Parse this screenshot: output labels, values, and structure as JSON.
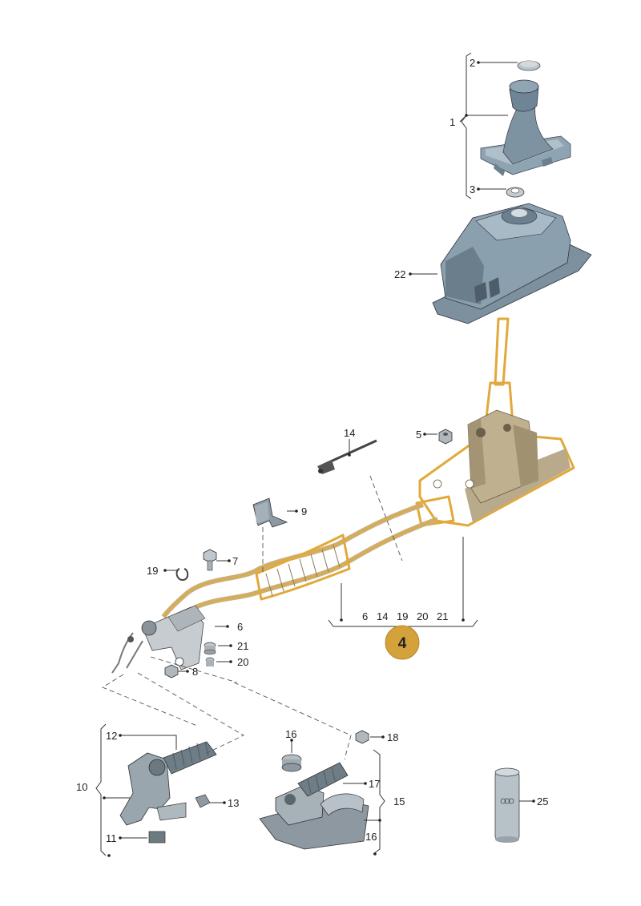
{
  "callouts": {
    "c1": "1",
    "c2": "2",
    "c3": "3",
    "c5": "5",
    "c6": "6",
    "c7": "7",
    "c8": "8",
    "c9": "9",
    "c10": "10",
    "c11": "11",
    "c12": "12",
    "c13": "13",
    "c14": "14",
    "c15": "15",
    "c16a": "16",
    "c16b": "16",
    "c17": "17",
    "c18": "18",
    "c19": "19",
    "c20": "20",
    "c21": "21",
    "c22": "22",
    "c25": "25"
  },
  "assembly": {
    "badge": "4",
    "parts": [
      "6",
      "14",
      "19",
      "20",
      "21"
    ]
  },
  "colors": {
    "highlight": "#e2a93a",
    "badge_fill": "#d4a23a",
    "part_blue": "#7d95a6",
    "part_grey": "#9aa6ae",
    "part_beige": "#d9cdb8"
  }
}
